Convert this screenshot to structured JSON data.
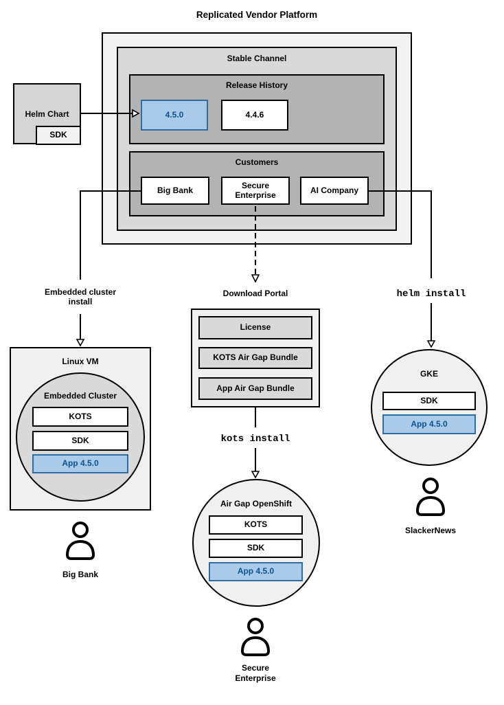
{
  "title": "Replicated Vendor Platform",
  "platform": {
    "stable_channel_label": "Stable Channel",
    "release_history": {
      "label": "Release History",
      "releases": [
        "4.5.0",
        "4.4.6"
      ]
    },
    "customers": {
      "label": "Customers",
      "items": [
        "Big Bank",
        "Secure Enterprise",
        "AI Company"
      ]
    }
  },
  "helm_chart": {
    "label": "Helm Chart",
    "sdk": "SDK"
  },
  "install_labels": {
    "embedded": "Embedded cluster\ninstall",
    "kots": "kots install",
    "helm": "helm install"
  },
  "download_portal": {
    "label": "Download Portal",
    "items": [
      "License",
      "KOTS Air Gap Bundle",
      "App Air Gap Bundle"
    ]
  },
  "linux_vm": {
    "label": "Linux VM",
    "embedded_cluster": {
      "label": "Embedded Cluster",
      "components": [
        "KOTS",
        "SDK",
        "App 4.5.0"
      ]
    },
    "user": "Big Bank"
  },
  "air_gap_openshift": {
    "label": "Air Gap OpenShift",
    "components": [
      "KOTS",
      "SDK",
      "App 4.5.0"
    ],
    "user": "Secure\nEnterprise"
  },
  "gke": {
    "label": "GKE",
    "components": [
      "SDK",
      "App 4.5.0"
    ],
    "user": "SlackerNews"
  },
  "colors": {
    "highlight_fill": "#a9cae8",
    "highlight_border": "#2e6da4",
    "highlight_text": "#0b5394",
    "panel_outer": "#f2f2f2",
    "panel_channel": "#d9d9d9",
    "panel_section": "#b3b3b3"
  }
}
